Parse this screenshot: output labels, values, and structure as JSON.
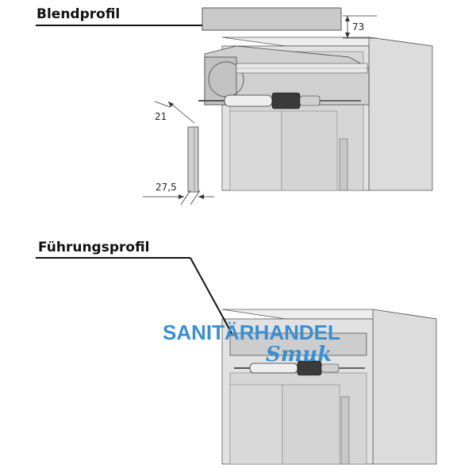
{
  "figure": {
    "top_diagram": {
      "label": "Blendprofil",
      "dimensions": {
        "height": "73",
        "depth": "21",
        "width": "27,5"
      }
    },
    "bottom_diagram": {
      "label": "Führungsprofil"
    },
    "watermark": {
      "line1": "SANITÄRHANDEL",
      "line2": "Smuk"
    },
    "colors": {
      "cabinet_fill": "#e4e4e4",
      "cabinet_side": "#d2d2d2",
      "cabinet_dark": "#bdbdbd",
      "outline": "#333333",
      "watermark": "#3a8fd0"
    }
  }
}
